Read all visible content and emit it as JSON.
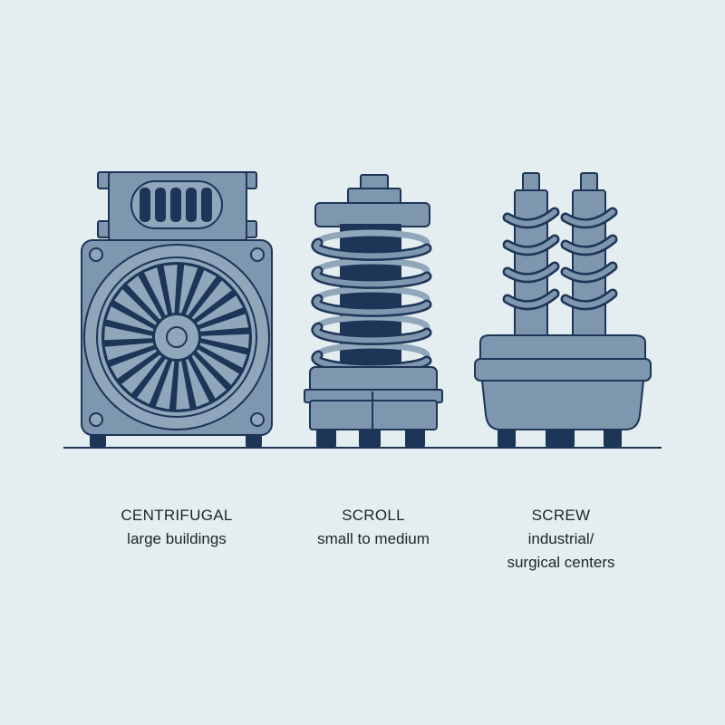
{
  "colors": {
    "background": "#e4eef1",
    "body": "#7f97ae",
    "body_light": "#8fa6bb",
    "outline": "#1d3557",
    "dark": "#1d3557",
    "text": "#1f2327"
  },
  "compressors": [
    {
      "name": "CENTRIFUGAL",
      "use": "large buildings",
      "icon": "centrifugal-compressor-icon"
    },
    {
      "name": "SCROLL",
      "use": "small to medium",
      "icon": "scroll-compressor-icon"
    },
    {
      "name": "SCREW",
      "use": "industrial/\nsurgical centers",
      "icon": "screw-compressor-icon"
    }
  ]
}
